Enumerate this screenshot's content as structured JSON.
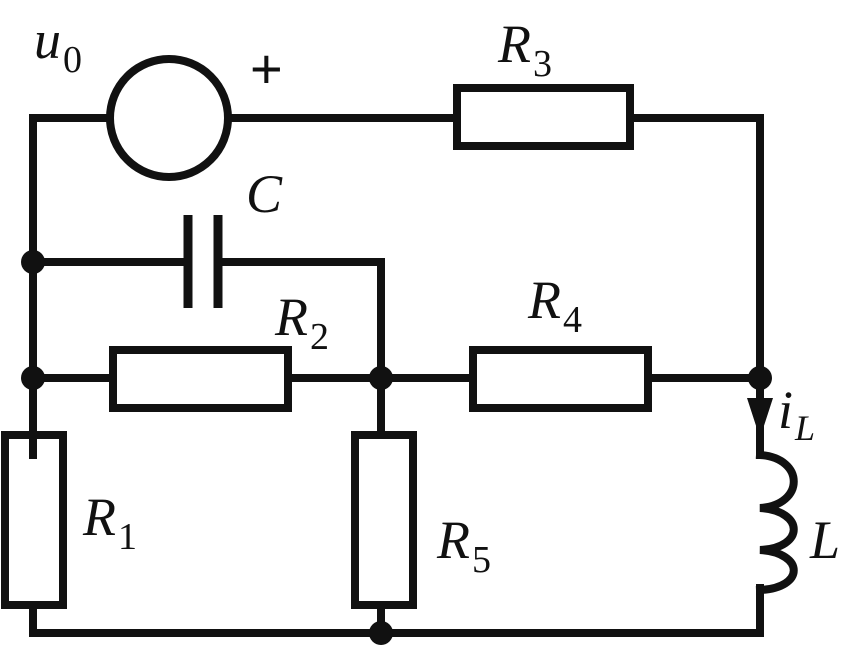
{
  "labels": {
    "source": {
      "main": "u",
      "sub": "0"
    },
    "plus": "+",
    "capacitor": "C",
    "r1": {
      "main": "R",
      "sub": "1"
    },
    "r2": {
      "main": "R",
      "sub": "2"
    },
    "r3": {
      "main": "R",
      "sub": "3"
    },
    "r4": {
      "main": "R",
      "sub": "4"
    },
    "r5": {
      "main": "R",
      "sub": "5"
    },
    "current": {
      "main": "i",
      "sub": "L"
    },
    "inductor": "L"
  }
}
